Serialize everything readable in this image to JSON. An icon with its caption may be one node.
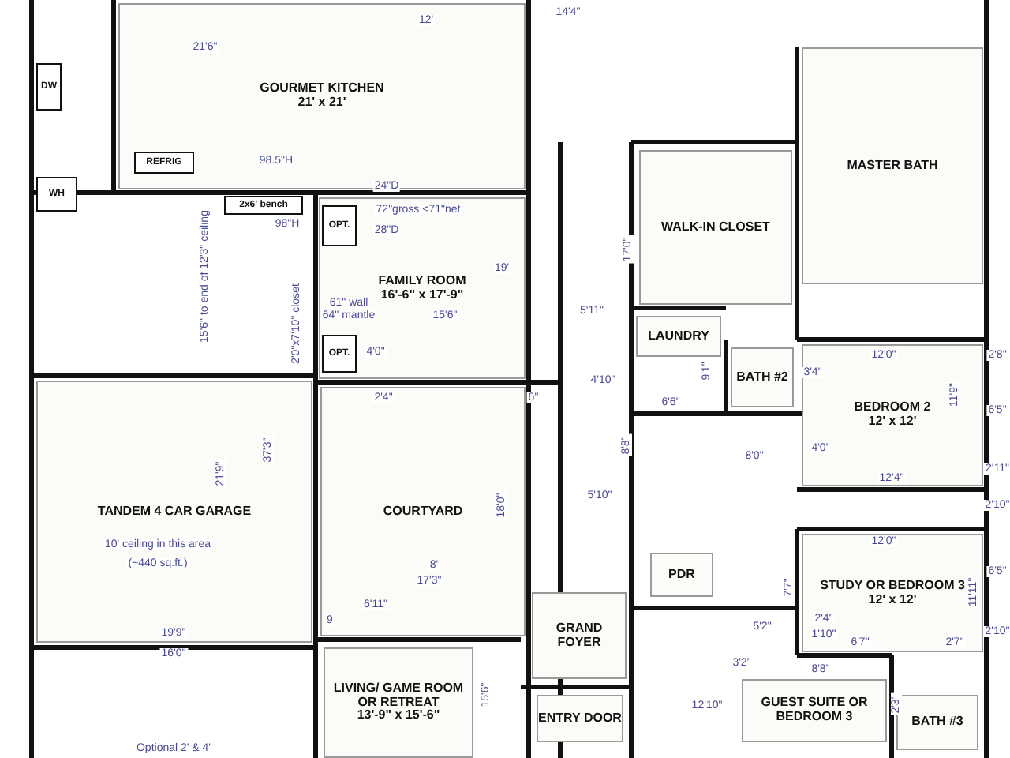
{
  "diagram": {
    "nodes": [
      {
        "text": [
          "GOURMET KITCHEN",
          "21' x 21'"
        ]
      },
      {
        "text": [
          "FAMILY ROOM",
          "16'-6\" x 17'-9\""
        ]
      },
      {
        "text": [
          "MASTER BATH"
        ]
      },
      {
        "text": [
          "WALK-IN CLOSET"
        ]
      },
      {
        "text": [
          "LAUNDRY"
        ]
      },
      {
        "text": [
          "BATH #2"
        ]
      },
      {
        "text": [
          "BEDROOM 2",
          "12' x 12'"
        ]
      },
      {
        "text": [
          "TANDEM 4 CAR GARAGE"
        ]
      },
      {
        "text": [
          "COURTYARD"
        ]
      },
      {
        "text": [
          "STUDY OR BEDROOM 3",
          "12' x 12'"
        ]
      },
      {
        "text": [
          "PDR"
        ]
      },
      {
        "text": [
          "GRAND FOYER"
        ]
      },
      {
        "text": [
          "ENTRY DOOR"
        ]
      },
      {
        "text": [
          "LIVING/ GAME ROOM OR RETREAT",
          "13'-9\" x 15'-6\""
        ]
      },
      {
        "text": [
          "GUEST SUITE OR BEDROOM 3"
        ]
      },
      {
        "text": [
          "BATH #3"
        ]
      },
      {
        "text": [
          "REFRIG"
        ],
        "in": 0
      },
      {
        "text": [
          "WH"
        ]
      },
      {
        "text": [
          "DW"
        ]
      },
      {
        "text": [
          "OPT."
        ],
        "in": 1
      },
      {
        "text": [
          "OPT."
        ],
        "in": 1
      },
      {
        "text": [
          "2x6' bench"
        ]
      }
    ],
    "labels": [
      "14'4\"",
      "12'",
      "21'6\"",
      "98.5\"H",
      "24\"D",
      "98\"H",
      "72\"gross <71\"net",
      "28\"D",
      "19'",
      "17'0\"",
      "61\" wall",
      "64\" mantle",
      "15'6\" to end of 12'3\" ceiling",
      "2'0\"x7'10\" closet",
      "15'6\"",
      "5'11\"",
      "4'0\"",
      "2'4\"",
      "6\"",
      "4'10\"",
      "6'6\"",
      "9'1\"",
      "3'4\"",
      "12'0\"",
      "11'9\"",
      "2'8\"",
      "6'5\"",
      "8'8\"",
      "4'0\"",
      "8'0\"",
      "12'4\"",
      "2'11\"",
      "8'",
      "37'3\"",
      "21'9\"",
      "10' ceiling in this area",
      "(~440 sq.ft.)",
      "18'0\"",
      "5'10\"",
      "12'0\"",
      "2'10\"",
      "6'5\"",
      "11'11\"",
      "17'3\"",
      "6'11\"",
      "9",
      "2'10\"",
      "7'7\"",
      "5'2\"",
      "2'4\"",
      "1'10\"",
      "6'7\"",
      "2'7\"",
      "3'2\"",
      "8'8\"",
      "19'9\"",
      "16'0\"",
      "15'6\"",
      "12'10\"",
      "2'3\"",
      "Optional 2' & 4'"
    ]
  }
}
